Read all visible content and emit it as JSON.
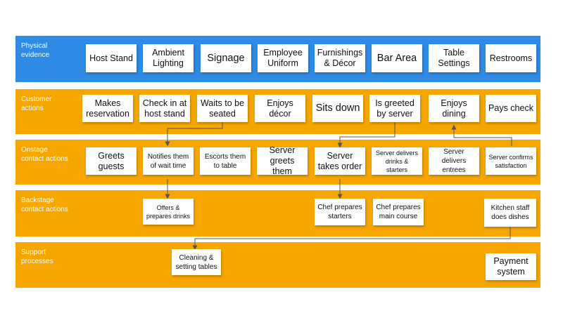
{
  "colors": {
    "physical": "#2d8ae5",
    "lane": "#f7a600",
    "connector": "#555555"
  },
  "lanes": {
    "physical": "Physical\nevidence",
    "customer": "Customer\nactions",
    "onstage": "Onstage\ncontact actions",
    "backstage": "Backstage\ncontact actions",
    "support": "Support\nprocesses"
  },
  "notes": {
    "physical": [
      "Host Stand",
      "Ambient\nLighting",
      "Signage",
      "Employee\nUniform",
      "Furnishings\n& Décor",
      "Bar Area",
      "Table\nSettings",
      "Restrooms"
    ],
    "customer": [
      "Makes\nreservation",
      "Check in at\nhost stand",
      "Waits to be\nseated",
      "Enjoys\ndécor",
      "Sits down",
      "Is greeted\nby server",
      "Enjoys\ndining",
      "Pays check"
    ],
    "onstage": [
      "Greets\nguests",
      "Notifies them\nof wait time",
      "Escorts them\nto table",
      "Server\ngreets them",
      "Server\ntakes order",
      "Server delivers\ndrinks & starters",
      "Server delivers\nentrees",
      "Server confirms\nsatisfaction"
    ],
    "backstage": [
      "Offers &\nprepares drinks",
      "Chef prepares\nstarters",
      "Chef prepares\nmain course",
      "Kitchen staff\ndoes dishes"
    ],
    "support": [
      "Cleaning &\nsetting tables",
      "Payment\nsystem"
    ]
  }
}
